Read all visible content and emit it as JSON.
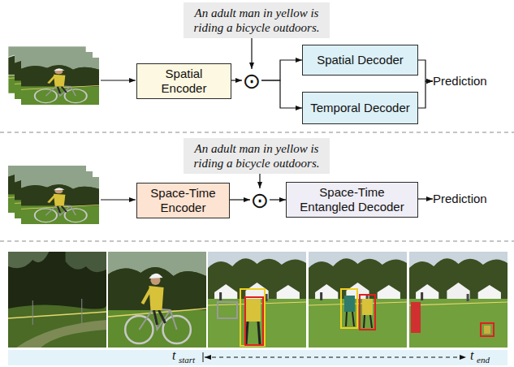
{
  "diagram": {
    "nodes": [
      {
        "text": [
          "An adult man in yellow is riding a bicycle outdoors."
        ]
      },
      {
        "text": [
          "Spatial Encoder"
        ]
      },
      {
        "text": [
          "⊙"
        ]
      },
      {
        "text": [
          "Spatial Decoder"
        ]
      },
      {
        "text": [
          "Temporal Decoder"
        ]
      },
      {
        "text": [
          "Prediction"
        ]
      },
      {
        "text": [
          "An adult man in yellow is riding a bicycle outdoors."
        ]
      },
      {
        "text": [
          "Space-Time Encoder"
        ]
      },
      {
        "text": [
          "⊙"
        ]
      },
      {
        "text": [
          "Space-Time Entangled Decoder"
        ]
      },
      {
        "text": [
          "Prediction"
        ]
      }
    ],
    "edges": [
      {
        "from": 0,
        "to": 2,
        "arrow": "to"
      },
      {
        "from": 1,
        "to": 2,
        "arrow": "to"
      },
      {
        "from": 2,
        "to": 3,
        "arrow": "to"
      },
      {
        "from": 2,
        "to": 4,
        "arrow": "to"
      },
      {
        "from": 3,
        "to": 5,
        "arrow": "to"
      },
      {
        "from": 4,
        "to": 5,
        "arrow": "to"
      },
      {
        "from": 6,
        "to": 8,
        "arrow": "to"
      },
      {
        "from": 7,
        "to": 8,
        "arrow": "to"
      },
      {
        "from": 8,
        "to": 9,
        "arrow": "to"
      },
      {
        "from": 9,
        "to": 10,
        "arrow": "to"
      }
    ],
    "labels": [
      "t",
      "start",
      "t",
      "end"
    ]
  }
}
